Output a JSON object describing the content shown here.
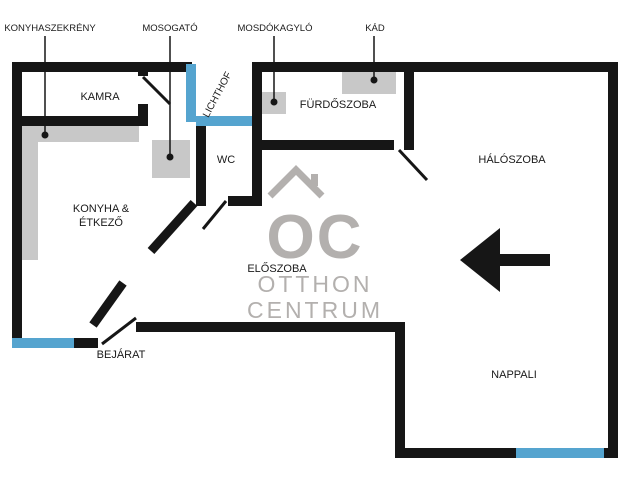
{
  "colors": {
    "wall": "#161616",
    "ink": "#1a1a1a",
    "window": "#55a4cf",
    "fixture": "#c8c8c8",
    "watermark": "#b3b0ae"
  },
  "plan": {
    "callouts": {
      "kitchen_cabinet": "KONYHASZEKRÉNY",
      "sink": "MOSOGATÓ",
      "washbasin": "MOSDÓKAGYLÓ",
      "bathtub": "KÁD"
    },
    "rooms": {
      "pantry": "KAMRA",
      "lightwell": "LICHTHOF",
      "bathroom": "FÜRDŐSZOBA",
      "bedroom": "HÁLÓSZOBA",
      "wc": "WC",
      "kitchen_line1": "KONYHA &",
      "kitchen_line2": "ÉTKEZŐ",
      "hallway": "ELŐSZOBA",
      "entrance": "BEJÁRAT",
      "living": "NAPPALI"
    },
    "watermark": {
      "logo": "OC",
      "line1": "OTTHON",
      "line2": "CENTRUM"
    }
  }
}
